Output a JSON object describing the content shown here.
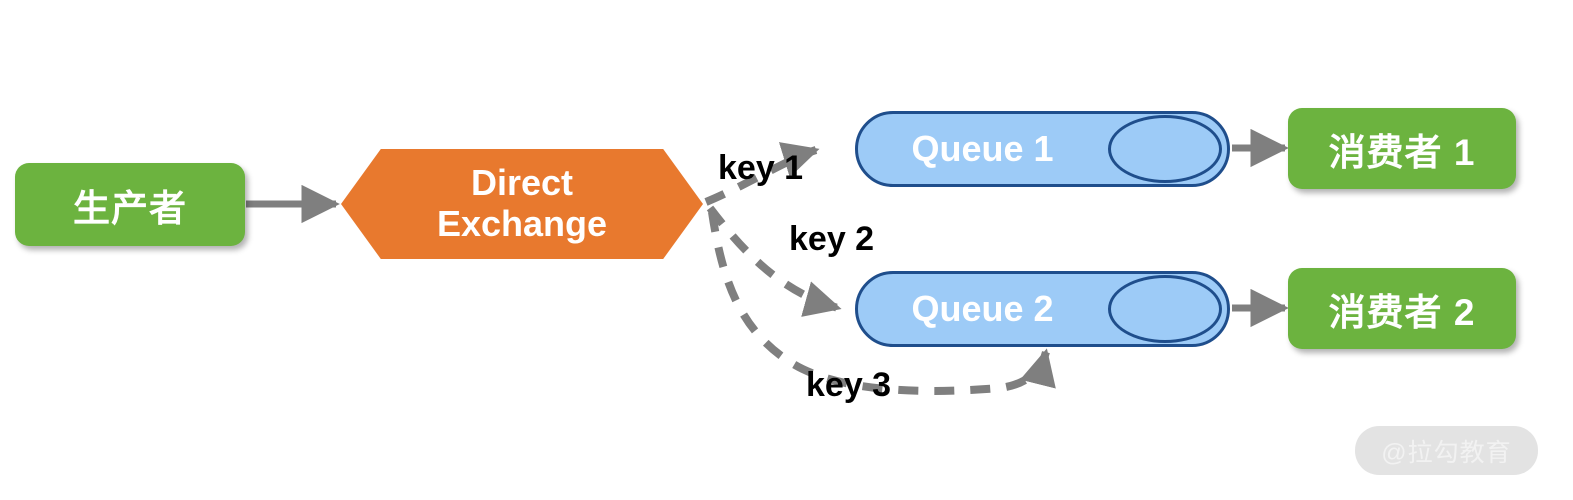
{
  "diagram": {
    "title": "RabbitMQ Direct Exchange routing diagram",
    "colors": {
      "green": "#6cb33f",
      "orange": "#e8792e",
      "queue_fill": "#9dcbf7",
      "queue_border": "#1f4e8c",
      "arrow_gray": "#7f7f7f",
      "text_white": "#ffffff",
      "text_black": "#000000",
      "watermark_bg": "#e3e3e3",
      "watermark_text": "#f2f2f2"
    },
    "producer": {
      "label": "生产者"
    },
    "exchange": {
      "line1": "Direct",
      "line2": "Exchange"
    },
    "queues": [
      {
        "label": "Queue 1"
      },
      {
        "label": "Queue 2"
      }
    ],
    "consumers": [
      {
        "label": "消费者 1"
      },
      {
        "label": "消费者 2"
      }
    ],
    "routing_keys": [
      {
        "label": "key 1",
        "from": "Direct Exchange",
        "to": "Queue 1"
      },
      {
        "label": "key 2",
        "from": "Direct Exchange",
        "to": "Queue 2"
      },
      {
        "label": "key 3",
        "from": "Direct Exchange",
        "to": "Queue 2"
      }
    ],
    "edges": [
      {
        "label": "",
        "from": "生产者",
        "to": "Direct Exchange",
        "style": "solid"
      },
      {
        "label": "",
        "from": "Queue 1",
        "to": "消费者 1",
        "style": "solid"
      },
      {
        "label": "",
        "from": "Queue 2",
        "to": "消费者 2",
        "style": "solid"
      }
    ],
    "watermark": {
      "text": "@拉勾教育"
    }
  }
}
